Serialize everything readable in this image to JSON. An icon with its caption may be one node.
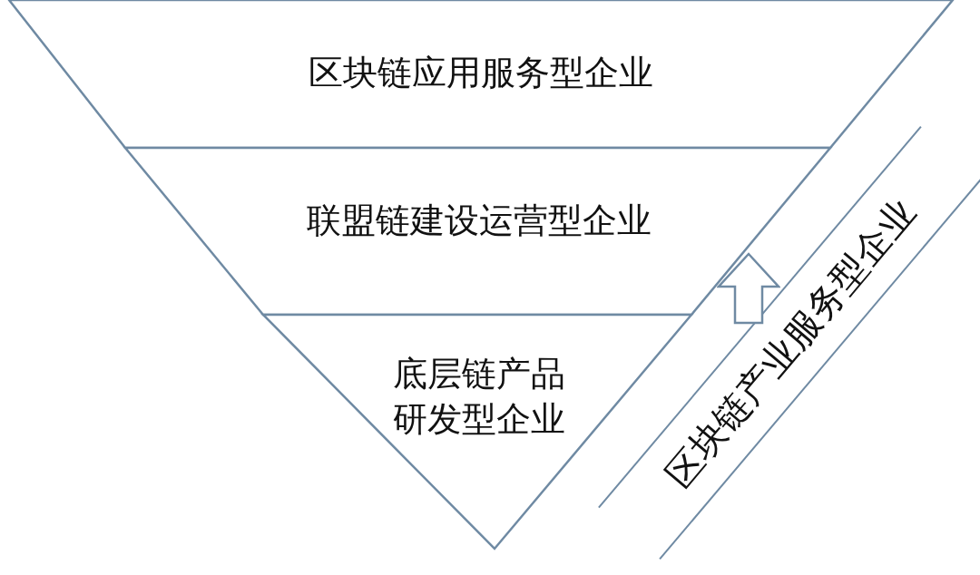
{
  "diagram": {
    "nodes": [
      {
        "text": [
          "区块链应用服务型企业"
        ]
      },
      {
        "text": [
          "联盟链建设运营型企业"
        ]
      },
      {
        "text": [
          "底层链产品研发型企业"
        ]
      },
      {
        "text": [
          "区块链产业服务型企业"
        ]
      }
    ],
    "edges": [
      {
        "from": 3,
        "to": 1,
        "arrow": "to"
      }
    ]
  }
}
